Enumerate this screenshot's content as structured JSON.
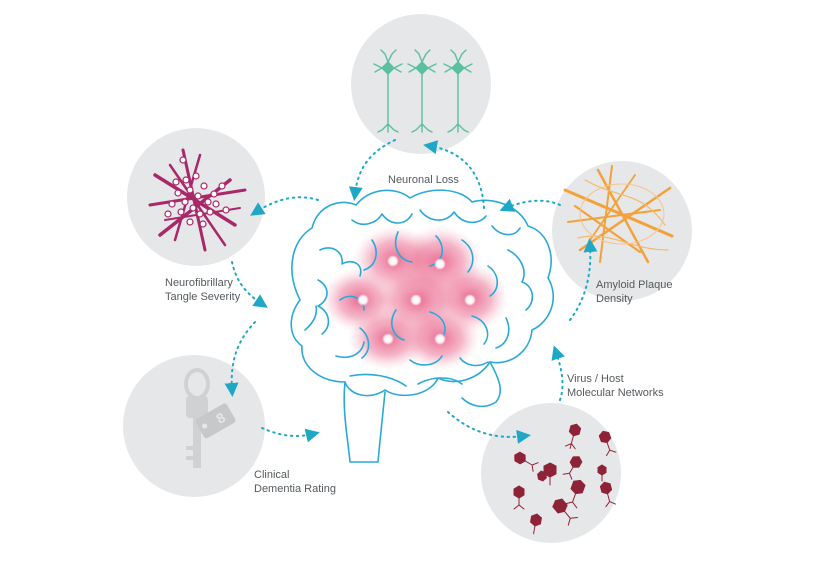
{
  "nodes": {
    "neuronal_loss": {
      "label": "Neuronal Loss"
    },
    "amyloid": {
      "label_line1": "Amyloid Plaque",
      "label_line2": "Density"
    },
    "virus": {
      "label_line1": "Virus / Host",
      "label_line2": "Molecular Networks"
    },
    "dementia": {
      "label_line1": "Clinical",
      "label_line2": "Dementia Rating"
    },
    "tangle": {
      "label_line1": "Neurofibrillary",
      "label_line2": "Tangle Severity"
    }
  },
  "colors": {
    "circle_bg": "#e6e7e8",
    "brain_stroke": "#2aa9d8",
    "arrow": "#1fa7c6",
    "neuron": "#5bbfa0",
    "amyloid": "#f3a13b",
    "tangle": "#a8286a",
    "virus": "#8e2337",
    "key": "#cfd1d3",
    "glow": "#e23a6a"
  },
  "icons": {
    "neuronal_loss": "neuron-icon",
    "amyloid": "amyloid-fibril-icon",
    "virus": "virus-phage-icon",
    "dementia": "key-icon",
    "tangle": "tangle-icon",
    "center": "brain-icon"
  }
}
